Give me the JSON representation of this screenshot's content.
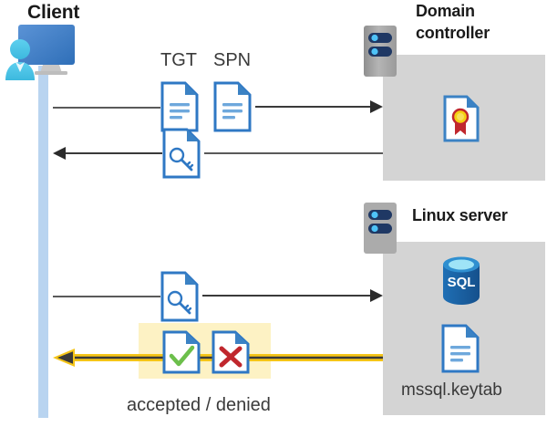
{
  "diagram": {
    "title_client": "Client",
    "title_domain_controller": "Domain\ncontroller",
    "title_domain_controller_line1": "Domain",
    "title_domain_controller_line2": "controller",
    "title_linux_server": "Linux server",
    "label_tgt": "TGT",
    "label_spn": "SPN",
    "label_keytab": "mssql.keytab",
    "label_result": "accepted / denied",
    "label_sql": "SQL"
  },
  "icons": {
    "client": "user-computer-icon",
    "server_dc": "server-rack-icon",
    "server_linux": "server-rack-icon",
    "certificate": "certificate-document-icon",
    "database": "sql-database-icon",
    "keytab": "text-document-icon",
    "tgt_doc": "text-document-icon",
    "spn_doc": "text-document-icon",
    "ticket_key_1": "key-document-icon",
    "ticket_key_2": "key-document-icon",
    "accepted": "check-document-icon",
    "denied": "cross-document-icon"
  },
  "flows": [
    {
      "name": "client-to-dc-request",
      "direction": "right",
      "label": "TGT / SPN"
    },
    {
      "name": "dc-to-client-ticket",
      "direction": "left",
      "label": ""
    },
    {
      "name": "client-to-linux-ticket",
      "direction": "right",
      "label": ""
    },
    {
      "name": "linux-to-client-result",
      "direction": "left",
      "label": "accepted / denied"
    }
  ],
  "colors": {
    "accent_blue": "#2f78c4",
    "doc_fill": "#ffffff",
    "doc_fold": "#3b82c4",
    "gray_panel": "#d4d4d4",
    "client_bar": "#b9d4f0",
    "highlight_yellow": "#fdf2c4",
    "arrow_gold": "#f5c518",
    "arrow_dark": "#3a3a3a",
    "check_green": "#6cbf4b",
    "cross_red": "#c0272d",
    "seal_gold": "#f5d011",
    "seal_red": "#c0272d",
    "sql_blue": "#1a69b0",
    "server_body": "#a8a8a8",
    "server_slot": "#1f3864",
    "server_led": "#4fc3f7",
    "line_gray": "#5a5a5a"
  }
}
